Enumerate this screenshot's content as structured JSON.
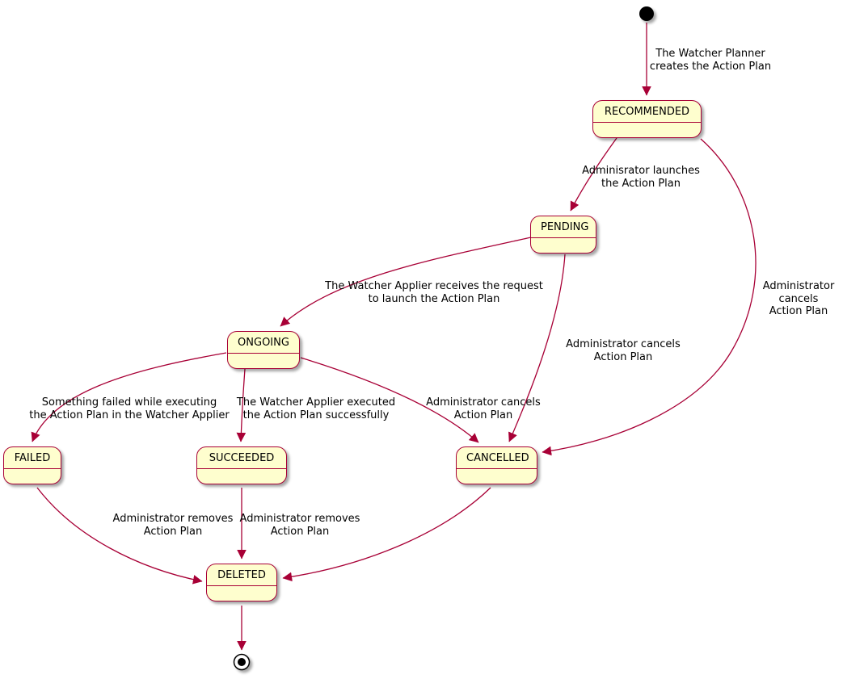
{
  "diagram": {
    "kind": "state-diagram",
    "colors": {
      "state_fill": "#FEFECE",
      "state_border": "#A80036",
      "edge": "#A80036",
      "text": "#000000",
      "background": "#ffffff"
    }
  },
  "states": [
    {
      "id": "recommended",
      "label": "RECOMMENDED"
    },
    {
      "id": "pending",
      "label": "PENDING"
    },
    {
      "id": "ongoing",
      "label": "ONGOING"
    },
    {
      "id": "failed",
      "label": "FAILED"
    },
    {
      "id": "succeeded",
      "label": "SUCCEEDED"
    },
    {
      "id": "cancelled",
      "label": "CANCELLED"
    },
    {
      "id": "deleted",
      "label": "DELETED"
    }
  ],
  "edges": [
    {
      "from": "start",
      "to": "RECOMMENDED",
      "label": "The Watcher Planner\ncreates the Action Plan"
    },
    {
      "from": "RECOMMENDED",
      "to": "PENDING",
      "label": "Adminisrator launches\nthe Action Plan"
    },
    {
      "from": "PENDING",
      "to": "ONGOING",
      "label": "The Watcher Applier receives the request\nto launch the Action Plan"
    },
    {
      "from": "ONGOING",
      "to": "FAILED",
      "label": "Something failed while executing\nthe Action Plan in the Watcher Applier"
    },
    {
      "from": "ONGOING",
      "to": "SUCCEEDED",
      "label": "The Watcher Applier executed\nthe Action Plan successfully"
    },
    {
      "from": "ONGOING",
      "to": "CANCELLED",
      "label": "Administrator cancels\nAction Plan"
    },
    {
      "from": "PENDING",
      "to": "CANCELLED",
      "label": "Administrator cancels\nAction Plan"
    },
    {
      "from": "RECOMMENDED",
      "to": "CANCELLED",
      "label": "Administrator cancels\nAction Plan"
    },
    {
      "from": "FAILED",
      "to": "DELETED",
      "label": "Administrator removes\nAction Plan"
    },
    {
      "from": "SUCCEEDED",
      "to": "DELETED",
      "label": "Administrator removes\nAction Plan"
    },
    {
      "from": "CANCELLED",
      "to": "DELETED",
      "label": ""
    },
    {
      "from": "DELETED",
      "to": "end",
      "label": ""
    }
  ]
}
